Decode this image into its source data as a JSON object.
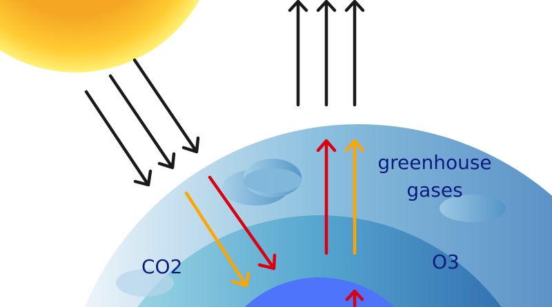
{
  "labels": {
    "greenhouse_line1": "greenhouse",
    "greenhouse_line2": "gases",
    "co2": "CO2",
    "o3": "O3"
  },
  "colors": {
    "label": "#0a1a80",
    "red_arrow": "#d90010",
    "orange_arrow": "#ffa500",
    "black_arrow": "#1a1a1a",
    "earth": "#4d74fa"
  }
}
